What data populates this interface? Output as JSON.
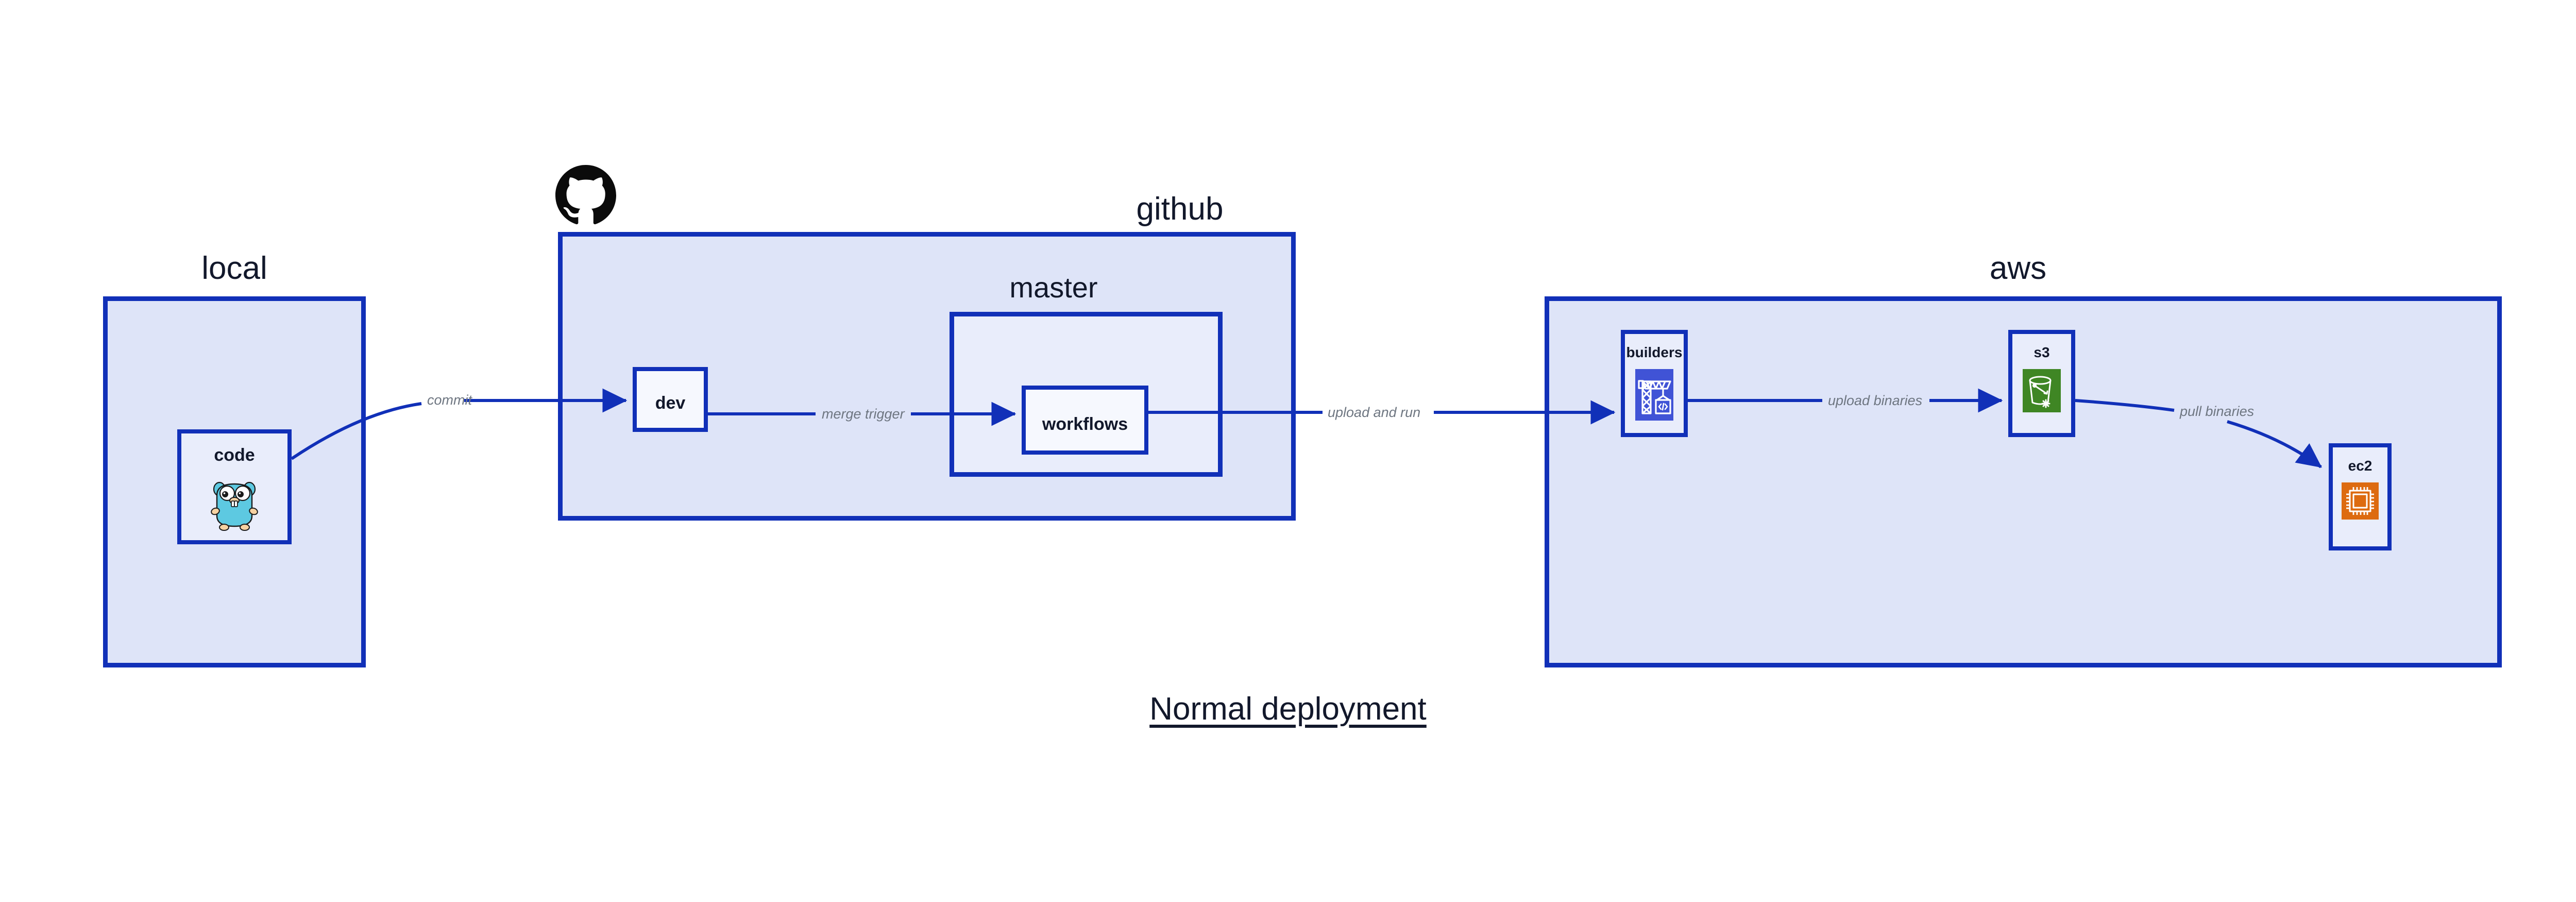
{
  "diagram": {
    "title": "Normal deployment",
    "accent_border": "#1130B8",
    "group_fill": "#DEE4F8",
    "node_fill": "#E9EDFB",
    "label_color": "#12182B",
    "edge_label_color": "#6E7681"
  },
  "groups": [
    {
      "key": "local",
      "label": "local"
    },
    {
      "key": "github",
      "label": "github"
    },
    {
      "key": "master",
      "label": "master"
    },
    {
      "key": "aws",
      "label": "aws"
    }
  ],
  "nodes": [
    {
      "key": "code",
      "label": "code",
      "icon": "go-gopher-icon",
      "icon_color": "#5DC9E1"
    },
    {
      "key": "dev",
      "label": "dev",
      "icon": "none",
      "icon_color": ""
    },
    {
      "key": "workflows",
      "label": "workflows",
      "icon": "none",
      "icon_color": ""
    },
    {
      "key": "builders",
      "label": "builders",
      "icon": "aws-codebuild-icon",
      "icon_color": "#4053D6"
    },
    {
      "key": "s3",
      "label": "s3",
      "icon": "aws-s3-bucket-icon",
      "icon_color": "#3F8624"
    },
    {
      "key": "ec2",
      "label": "ec2",
      "icon": "aws-ec2-chip-icon",
      "icon_color": "#DD6B10"
    }
  ],
  "edges": [
    {
      "key": "commit",
      "label": "commit",
      "from": "code",
      "to": "dev"
    },
    {
      "key": "merge-trigger",
      "label": "merge trigger",
      "from": "dev",
      "to": "workflows"
    },
    {
      "key": "upload-and-run",
      "label": "upload and run",
      "from": "workflows",
      "to": "builders"
    },
    {
      "key": "upload-binaries",
      "label": "upload binaries",
      "from": "builders",
      "to": "s3"
    },
    {
      "key": "pull-binaries",
      "label": "pull binaries",
      "from": "s3",
      "to": "ec2"
    }
  ],
  "logo": {
    "name": "github-octocat-logo"
  }
}
